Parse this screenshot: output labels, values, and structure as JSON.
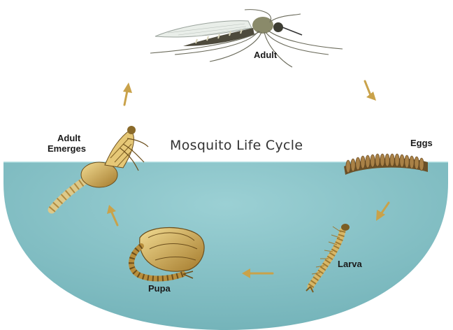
{
  "title": "Mosquito Life Cycle",
  "stages": {
    "adult": "Adult",
    "eggs": "Eggs",
    "larva": "Larva",
    "pupa": "Pupa",
    "adult_emerges_line1": "Adult",
    "adult_emerges_line2": "Emerges"
  },
  "colors": {
    "water": "#86c3c8",
    "arrow": "#c9a24a",
    "insect_body": "#c9a24a",
    "eggs": "#8a6b36"
  },
  "icons": [
    "mosquito-adult",
    "egg-raft",
    "larva",
    "pupa",
    "emerging-adult",
    "cycle-arrow"
  ]
}
